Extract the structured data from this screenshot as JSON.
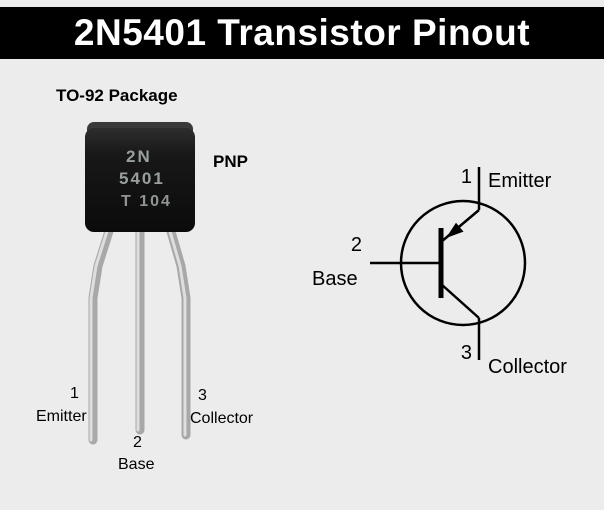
{
  "title": "2N5401 Transistor Pinout",
  "package": {
    "label": "TO-92 Package",
    "transistor_type": "PNP",
    "marking": {
      "line1": "2N",
      "line2": "5401",
      "line3": "T 104"
    },
    "pins": [
      {
        "number": "1",
        "name": "Emitter"
      },
      {
        "number": "2",
        "name": "Base"
      },
      {
        "number": "3",
        "name": "Collector"
      }
    ]
  },
  "symbol": {
    "type": "PNP transistor symbol",
    "pins": [
      {
        "number": "1",
        "name": "Emitter"
      },
      {
        "number": "2",
        "name": "Base"
      },
      {
        "number": "3",
        "name": "Collector"
      }
    ]
  },
  "colors": {
    "title_bg": "#000000",
    "title_text": "#ffffff",
    "background": "#ececec",
    "package_body": "#141414",
    "marking_text": "#999f9f",
    "lead_silver": "#a8a8a8",
    "line": "#000000"
  }
}
